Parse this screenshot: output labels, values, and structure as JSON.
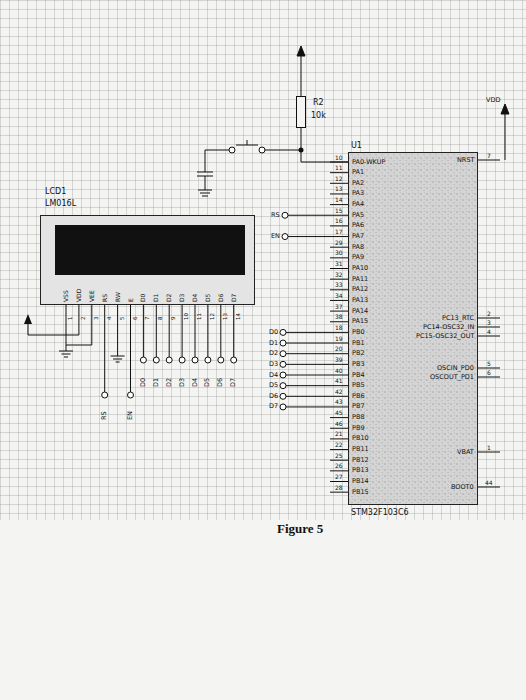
{
  "diagram": {
    "caption": "Figure 5",
    "nodes": [
      {
        "text": [
          "LCD1",
          "LM016L"
        ]
      },
      {
        "text": [
          "U1",
          "STM32F103C6"
        ]
      },
      {
        "text": [
          "R2",
          "10k"
        ]
      }
    ],
    "edges": [
      {
        "from": 2,
        "to": 1,
        "arrow": "none"
      }
    ],
    "labels": [
      "VDD",
      "10",
      "PA0-WKUP",
      "11",
      "PA1",
      "12",
      "PA2",
      "13",
      "PA3",
      "14",
      "PA4",
      "15",
      "PA5",
      "16",
      "PA6",
      "17",
      "PA7",
      "29",
      "PA8",
      "30",
      "PA9",
      "31",
      "PA10",
      "32",
      "PA11",
      "33",
      "PA12",
      "34",
      "PA13",
      "37",
      "PA14",
      "38",
      "PA15",
      "18",
      "PB0",
      "19",
      "PB1",
      "20",
      "PB2",
      "39",
      "PB3",
      "40",
      "PB4",
      "41",
      "PB5",
      "42",
      "PB6",
      "43",
      "PB7",
      "45",
      "PB8",
      "46",
      "PB9",
      "21",
      "PB10",
      "22",
      "PB11",
      "25",
      "PB12",
      "26",
      "PB13",
      "27",
      "PB14",
      "28",
      "PB15",
      "NRST",
      "7",
      "PC13_RTC",
      "2",
      "PC14-OSC32_IN",
      "3",
      "PC15-OSC32_OUT",
      "4",
      "OSCIN_PD0",
      "5",
      "OSCOUT_PD1",
      "6",
      "VBAT",
      "1",
      "BOOT0",
      "44",
      "RS",
      "EN",
      "D0",
      "D1",
      "D2",
      "D3",
      "D4",
      "D5",
      "D6",
      "D7",
      "VSS",
      "VDD",
      "VEE",
      "RS",
      "RW",
      "E",
      "D0",
      "D1",
      "D2",
      "D3",
      "D4",
      "D5",
      "D6",
      "D7",
      "1",
      "2",
      "3",
      "4",
      "5",
      "6",
      "7",
      "8",
      "9",
      "10",
      "11",
      "12",
      "13",
      "14",
      "D0",
      "D1",
      "D2",
      "D3",
      "D4",
      "D5",
      "D6",
      "D7",
      "RS",
      "EN"
    ]
  }
}
